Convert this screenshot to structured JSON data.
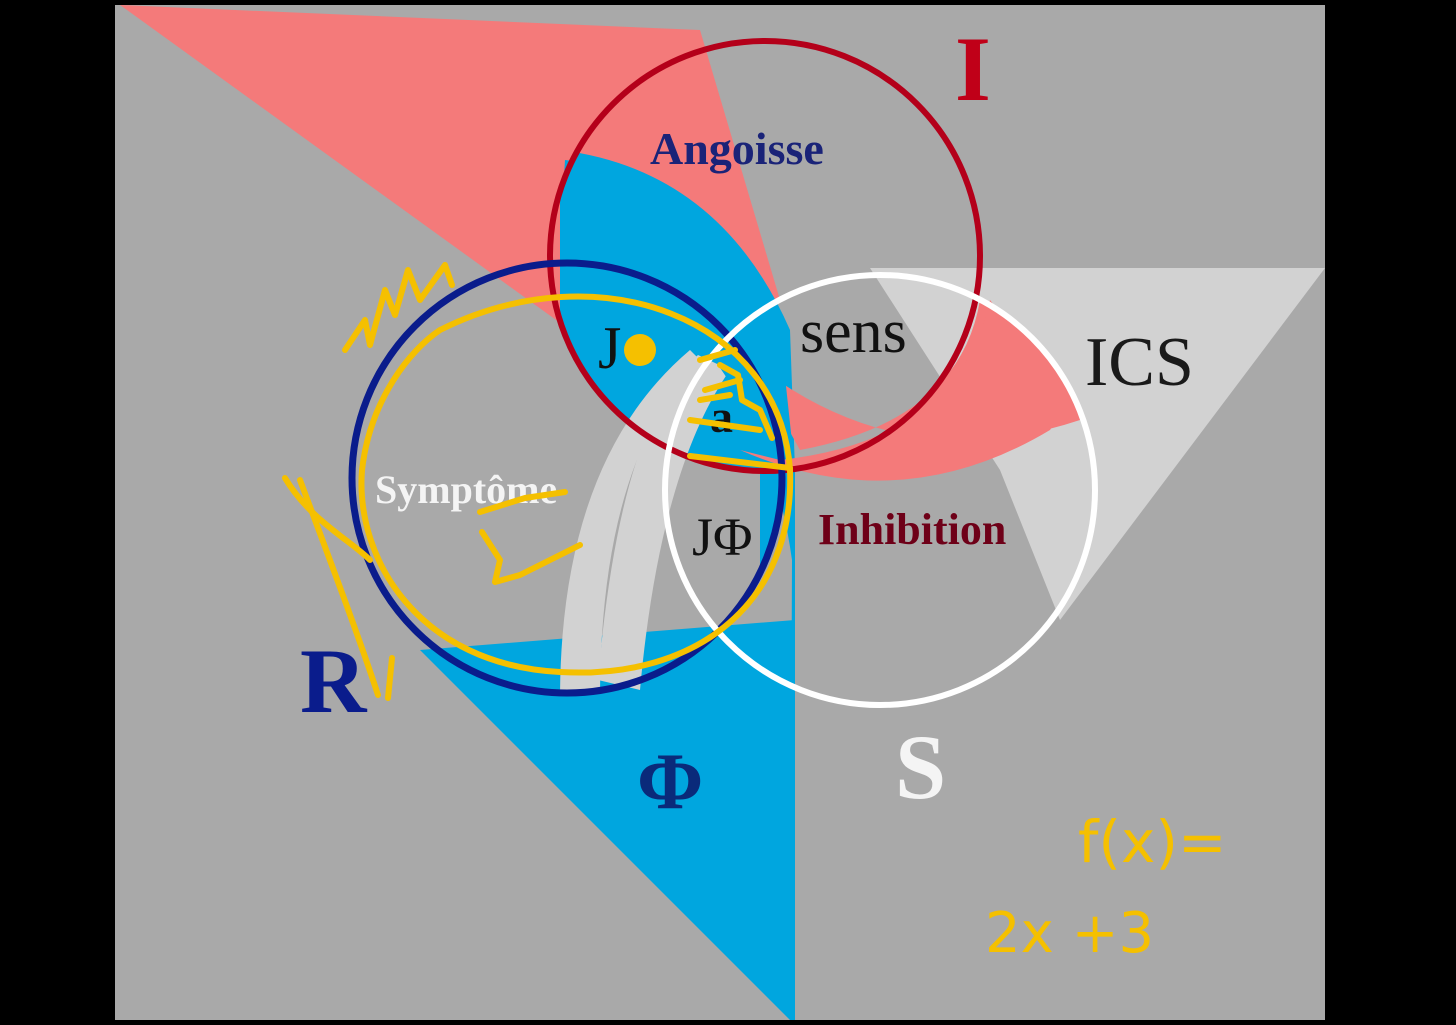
{
  "diagram": {
    "labels": {
      "imaginary": "I",
      "real": "R",
      "symbolic": "S",
      "phi": "Φ",
      "angoisse": "Angoisse",
      "sens": "sens",
      "ics": "ICS",
      "symptome": "Symptôme",
      "inhibition": "Inhibition",
      "j_sens": "J",
      "j_phi": "JΦ",
      "object_a": "a"
    },
    "handwriting": {
      "line1": "f(x)=",
      "line2": "2x +3"
    },
    "colors": {
      "background": "#000000",
      "panel": "#a9a9a9",
      "imaginary_wedge": "#f47a7a",
      "real_wedge": "#00a6df",
      "symbolic_wedge": "#d2d2d2",
      "ring_imaginary": "#b4001a",
      "ring_real": "#0a1c8c",
      "ring_symbolic": "#ffffff",
      "annotation": "#f5c000",
      "label_navy": "#1a2378",
      "label_darkred": "#6e0018",
      "label_red": "#c00018"
    }
  }
}
